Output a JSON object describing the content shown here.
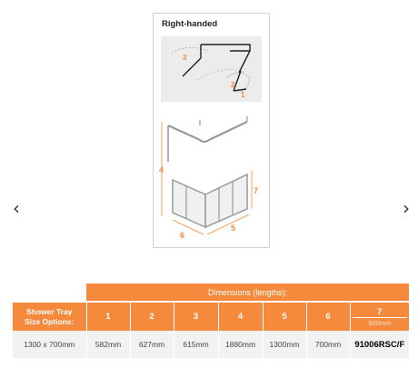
{
  "carousel": {
    "prev_glyph": "‹",
    "next_glyph": "›"
  },
  "diagram": {
    "hand_label": "Right-handed",
    "plan_labels": [
      "3",
      "2",
      "1"
    ],
    "figure_labels": [
      "4",
      "7",
      "6",
      "5"
    ]
  },
  "dimensions": {
    "title": "Dimensions (lengths):",
    "option_header": [
      "Shower Tray",
      "Size Options:"
    ],
    "columns": [
      "1",
      "2",
      "3",
      "4",
      "5",
      "6"
    ],
    "last_column": {
      "number": "7",
      "sub": "900mm"
    },
    "row": {
      "size": "1300 x 700mm",
      "values": [
        "582mm",
        "627mm",
        "615mm",
        "1880mm",
        "1300mm",
        "700mm"
      ],
      "code": "91006RSC/F"
    }
  },
  "colors": {
    "accent": "#f58a3c",
    "row_bg": "#f2f2f2"
  }
}
